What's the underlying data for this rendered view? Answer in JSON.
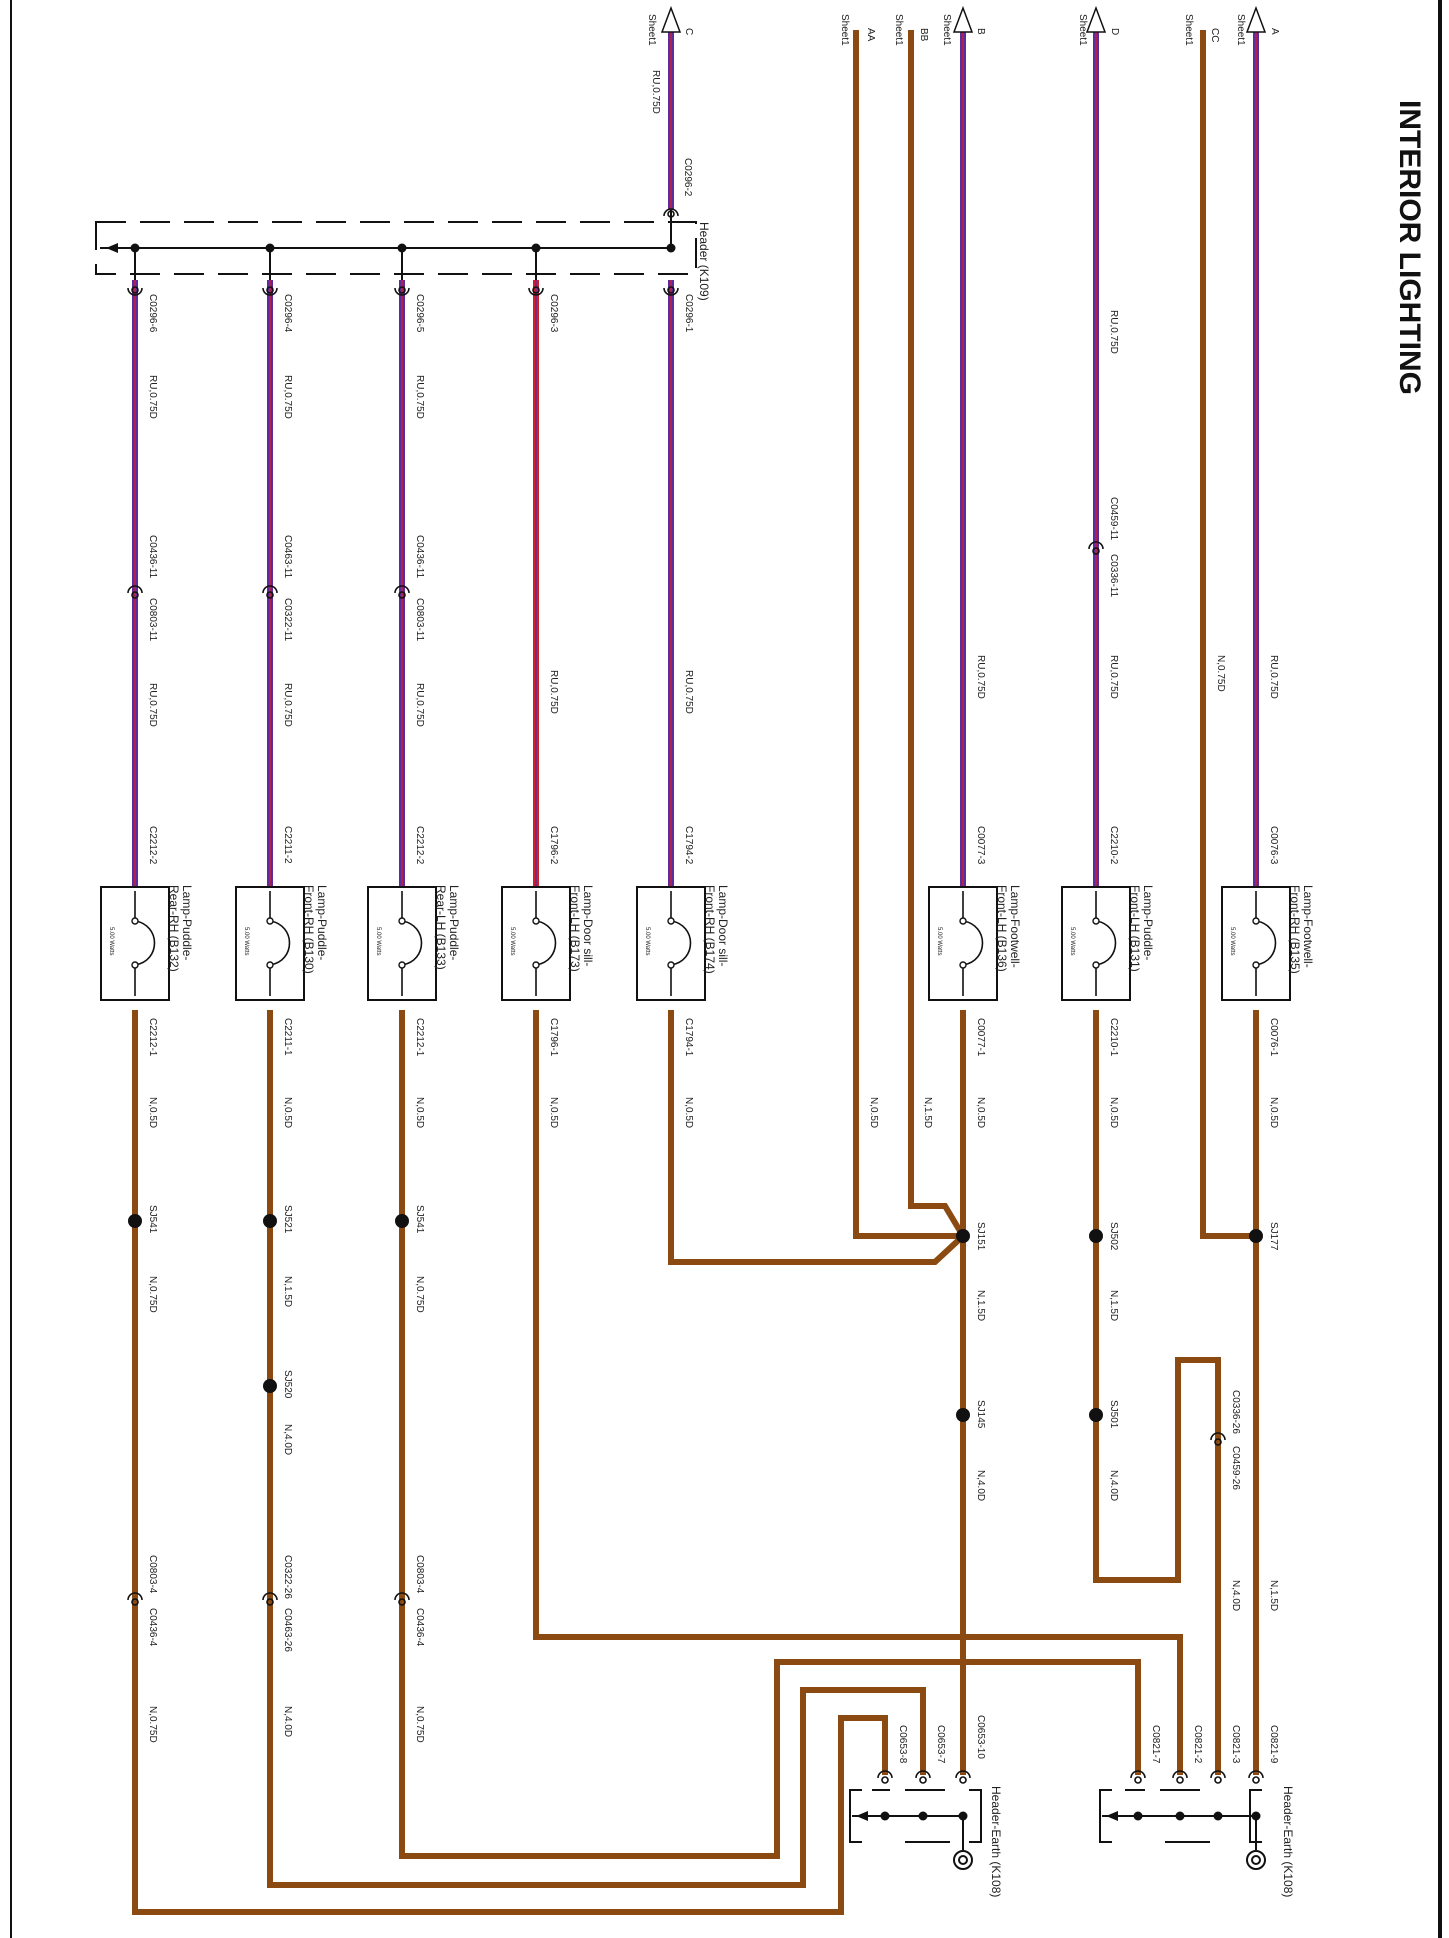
{
  "title": "INTERIOR LIGHTING",
  "colors": {
    "purple": "#5a2ca0",
    "red": "#d0202b",
    "brown": "#8b4a12",
    "black": "#111111"
  },
  "sheet_refs": [
    {
      "letter": "C",
      "sheet": "Sheet1"
    },
    {
      "letter": "AA",
      "sheet": "Sheet1"
    },
    {
      "letter": "BB",
      "sheet": "Sheet1"
    },
    {
      "letter": "B",
      "sheet": "Sheet1"
    },
    {
      "letter": "D",
      "sheet": "Sheet1"
    },
    {
      "letter": "CC",
      "sheet": "Sheet1"
    },
    {
      "letter": "A",
      "sheet": "Sheet1"
    }
  ],
  "headers": {
    "k109": "Header (K109)",
    "k108a": "Header-Earth (K108)",
    "k108b": "Header-Earth (K108)"
  },
  "lamps": [
    {
      "name1": "Lamp-Puddle-",
      "name2": "Rear-RH (B132)",
      "watts": "5.00 Watts"
    },
    {
      "name1": "Lamp-Puddle-",
      "name2": "Front-RH (B130)",
      "watts": "5.00 Watts"
    },
    {
      "name1": "Lamp-Puddle-",
      "name2": "Rear-LH (B133)",
      "watts": "5.00 Watts"
    },
    {
      "name1": "Lamp-Door sill-",
      "name2": "Front-LH (B173)",
      "watts": "5.00 Watts"
    },
    {
      "name1": "Lamp-Door sill-",
      "name2": "Front-RH (B174)",
      "watts": "5.00 Watts"
    },
    {
      "name1": "Lamp-Footwell-",
      "name2": "Front-LH (B136)",
      "watts": "5.00 Watts"
    },
    {
      "name1": "Lamp-Puddle-",
      "name2": "Front-LH (B131)",
      "watts": "5.00 Watts"
    },
    {
      "name1": "Lamp-Footwell-",
      "name2": "Front-RH (B135)",
      "watts": "5.00 Watts"
    }
  ],
  "wire_specs": {
    "ru075": "RU,0.75D",
    "n05": "N,0.5D",
    "n075": "N,0.75D",
    "n15": "N,1.5D",
    "n40": "N,4.0D"
  },
  "connectors": {
    "c0296_1": "C0296-1",
    "c0296_2": "C0296-2",
    "c0296_3": "C0296-3",
    "c0296_4": "C0296-4",
    "c0296_5": "C0296-5",
    "c0296_6": "C0296-6",
    "c0436_11": "C0436-11",
    "c0803_11": "C0803-11",
    "c0463_11": "C0463-11",
    "c0322_11": "C0322-11",
    "c0459_11": "C0459-11",
    "c0336_11": "C0336-11",
    "c2212_2": "C2212-2",
    "c2211_2": "C2211-2",
    "c1796_2": "C1796-2",
    "c1794_2": "C1794-2",
    "c0077_3": "C0077-3",
    "c2210_2": "C2210-2",
    "c0076_3": "C0076-3",
    "c2212_1": "C2212-1",
    "c2211_1": "C2211-1",
    "c1796_1": "C1796-1",
    "c1794_1": "C1794-1",
    "c0077_1": "C0077-1",
    "c2210_1": "C2210-1",
    "c0076_1": "C0076-1",
    "c0803_4": "C0803-4",
    "c0436_4": "C0436-4",
    "c0322_26": "C0322-26",
    "c0463_26": "C0463-26",
    "c0336_26": "C0336-26",
    "c0459_26": "C0459-26",
    "c0653_8": "C0653-8",
    "c0653_7": "C0653-7",
    "c0653_10": "C0653-10",
    "c0821_7": "C0821-7",
    "c0821_2": "C0821-2",
    "c0821_3": "C0821-3",
    "c0821_9": "C0821-9"
  },
  "splices": {
    "sj541": "SJ541",
    "sj521": "SJ521",
    "sj520": "SJ520",
    "sj151": "SJ151",
    "sj145": "SJ145",
    "sj502": "SJ502",
    "sj501": "SJ501",
    "sj177": "SJ177"
  }
}
